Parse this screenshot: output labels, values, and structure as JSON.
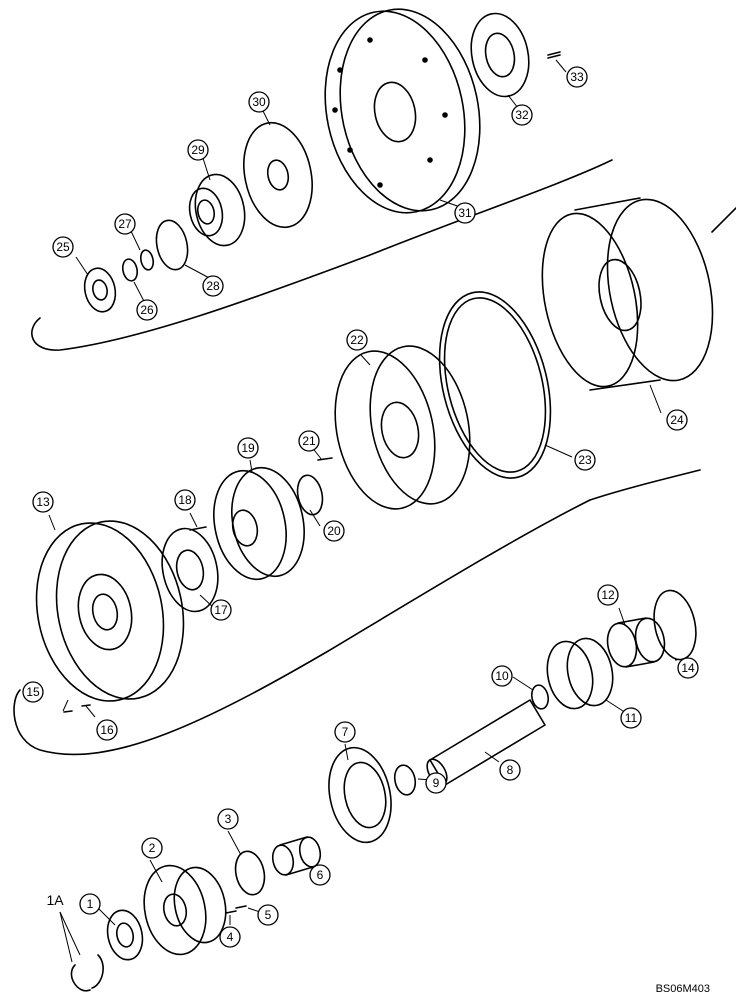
{
  "diagram": {
    "reference_code": "BS06M403",
    "callouts": [
      {
        "id": "1",
        "label": "1"
      },
      {
        "id": "1A",
        "label": "1A"
      },
      {
        "id": "2",
        "label": "2"
      },
      {
        "id": "3",
        "label": "3"
      },
      {
        "id": "4",
        "label": "4"
      },
      {
        "id": "5",
        "label": "5"
      },
      {
        "id": "6",
        "label": "6"
      },
      {
        "id": "7",
        "label": "7"
      },
      {
        "id": "8",
        "label": "8"
      },
      {
        "id": "9",
        "label": "9"
      },
      {
        "id": "10",
        "label": "10"
      },
      {
        "id": "11",
        "label": "11"
      },
      {
        "id": "12",
        "label": "12"
      },
      {
        "id": "13",
        "label": "13"
      },
      {
        "id": "14",
        "label": "14"
      },
      {
        "id": "15",
        "label": "15"
      },
      {
        "id": "16",
        "label": "16"
      },
      {
        "id": "17",
        "label": "17"
      },
      {
        "id": "18",
        "label": "18"
      },
      {
        "id": "19",
        "label": "19"
      },
      {
        "id": "20",
        "label": "20"
      },
      {
        "id": "21",
        "label": "21"
      },
      {
        "id": "22",
        "label": "22"
      },
      {
        "id": "23",
        "label": "23"
      },
      {
        "id": "24",
        "label": "24"
      },
      {
        "id": "25",
        "label": "25"
      },
      {
        "id": "26",
        "label": "26"
      },
      {
        "id": "27",
        "label": "27"
      },
      {
        "id": "28",
        "label": "28"
      },
      {
        "id": "29",
        "label": "29"
      },
      {
        "id": "30",
        "label": "30"
      },
      {
        "id": "31",
        "label": "31"
      },
      {
        "id": "32",
        "label": "32"
      },
      {
        "id": "33",
        "label": "33"
      }
    ]
  }
}
